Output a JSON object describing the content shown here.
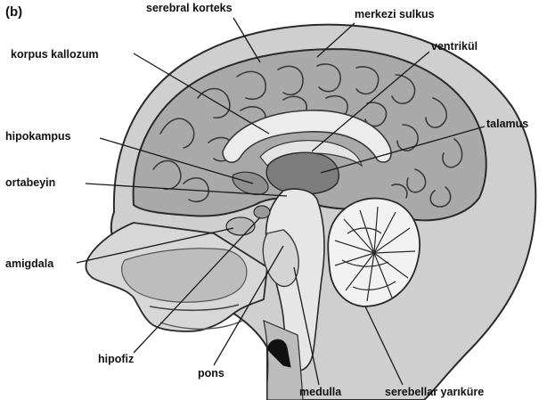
{
  "panel_label": "(b)",
  "labels": {
    "serebral_korteks": "serebral korteks",
    "merkezi_sulkus": "merkezi sulkus",
    "korpus_kallozum": "korpus kallozum",
    "ventrikul": "ventrikül",
    "talamus": "talamus",
    "hipokampus": "hipokampus",
    "ortabeyin": "ortabeyin",
    "amigdala": "amigdala",
    "hipofiz": "hipofiz",
    "pons": "pons",
    "medulla": "medulla",
    "serebellar_yarikure": "serebellar yarıküre"
  },
  "colors": {
    "background": "#ffffff",
    "skin": "#cfcfcf",
    "brain": "#a9a9a9",
    "deep": "#7d7d7d",
    "light": "#ececec",
    "ink": "#111111"
  }
}
